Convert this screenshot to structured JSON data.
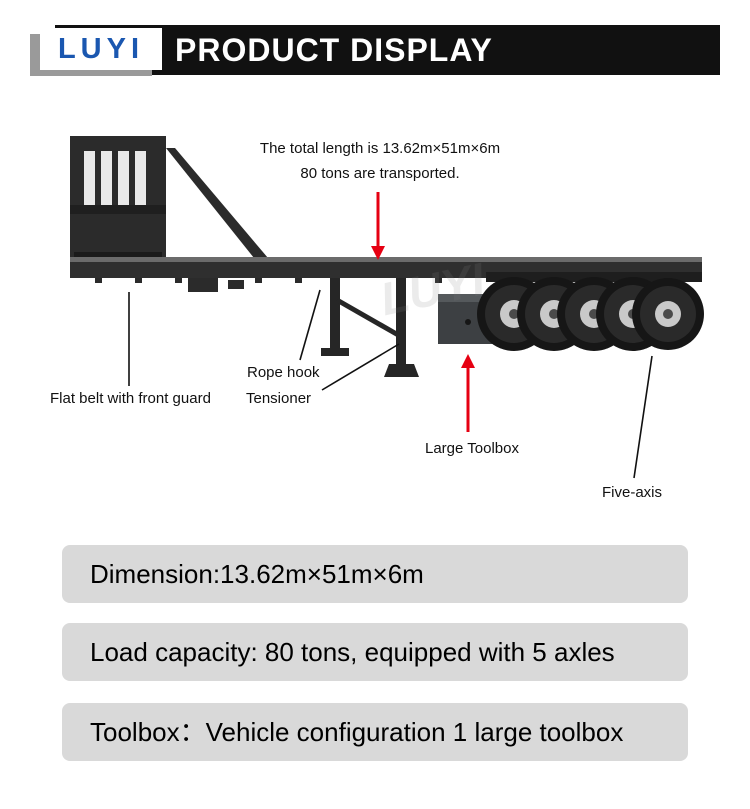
{
  "header": {
    "logo_text": "LUYI",
    "title": "PRODUCT DISPLAY"
  },
  "illustration": {
    "watermark": "LUYI",
    "annotations": {
      "total_length_line1": "The total length is 13.62m×51m×6m",
      "total_length_line2": "80 tons are transported.",
      "front_guard": "Flat belt with front guard",
      "rope_hook": "Rope hook",
      "tensioner": "Tensioner",
      "large_toolbox": "Large Toolbox",
      "five_axis": "Five-axis"
    }
  },
  "specs": [
    {
      "label": "Dimension:13.62m×51m×6m"
    },
    {
      "label": "Load capacity: 80 tons, equipped with 5 axles"
    },
    {
      "label": "Toolbox：Vehicle configuration 1 large toolbox"
    }
  ],
  "colors": {
    "header_bg": "#111111",
    "logo_blue": "#1a57b0",
    "spec_bar_bg": "#d9d9d9",
    "arrow_red": "#e60012",
    "trailer_dark": "#2b2b2b"
  }
}
